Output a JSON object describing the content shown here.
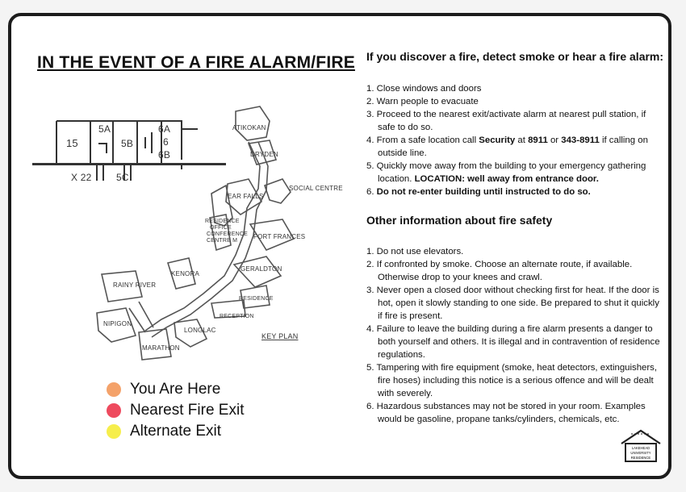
{
  "title": "IN THE EVENT OF A FIRE ALARM/FIRE",
  "plan": {
    "labels": {
      "atikokan": "ATIKOKAN",
      "dryden": "DRYDEN",
      "social_centre": "SOCIAL CENTRE",
      "ear_falls": "EAR FALLS",
      "residence_office": "RESIDENCE",
      "office": "OFFICE",
      "conference": "CONFERENCE",
      "centre_m": "CENTRE M",
      "fort_frances": "FORT FRANCES",
      "kenora": "KENORA",
      "geraldton": "GERALDTON",
      "rainy_river": "RAINY RIVER",
      "residence": "RESIDENCE",
      "reception": "RECEPTION",
      "nipigon": "NIPIGON",
      "longlac": "LONGLAC",
      "marathon": "MARATHON",
      "key_plan": "KEY PLAN",
      "room_15": "15",
      "room_5a": "5A",
      "room_5b": "5B",
      "room_6a": "6A",
      "room_6": "6",
      "room_6b": "6B",
      "room_x22": "X 22",
      "room_5c": "5C"
    }
  },
  "legend": [
    {
      "label": "You Are Here",
      "color": "#f4a26a"
    },
    {
      "label": "Nearest Fire Exit",
      "color": "#ee4a5e"
    },
    {
      "label": "Alternate Exit",
      "color": "#f6ee4c"
    }
  ],
  "section1": {
    "heading": "If you discover a fire, detect smoke or hear a fire alarm:",
    "items": [
      [
        {
          "t": "1. Close windows and doors"
        }
      ],
      [
        {
          "t": "2. Warn people to evacuate"
        }
      ],
      [
        {
          "t": "3. Proceed to the nearest exit/activate alarm at nearest pull station, if safe to do so."
        }
      ],
      [
        {
          "t": "4. From a safe location call "
        },
        {
          "t": "Security",
          "b": true
        },
        {
          "t": " at "
        },
        {
          "t": "8911",
          "b": true
        },
        {
          "t": " or "
        },
        {
          "t": "343-8911",
          "b": true
        },
        {
          "t": " if calling on outside line."
        }
      ],
      [
        {
          "t": "5. Quickly move away from the building to your emergency gathering location. "
        },
        {
          "t": "LOCATION: well away from entrance door.",
          "b": true
        }
      ],
      [
        {
          "t": "6. "
        },
        {
          "t": "Do not re-enter building until instructed to do so.",
          "b": true
        }
      ]
    ]
  },
  "section2": {
    "heading": "Other information about fire safety",
    "items": [
      [
        {
          "t": "1. Do not use elevators."
        }
      ],
      [
        {
          "t": "2. If confronted by smoke. Choose an alternate route, if available. Otherwise drop to your knees and crawl."
        }
      ],
      [
        {
          "t": "3. Never open a closed door without checking first for heat. If the door is hot, open it slowly standing to one side. Be prepared to shut it quickly if fire is present."
        }
      ],
      [
        {
          "t": "4. Failure to leave the building during a fire alarm presents a danger to both yourself and others. It is illegal and in contravention of residence regulations."
        }
      ],
      [
        {
          "t": "5. Tampering with fire equipment (smoke, heat detectors, extinguishers, fire hoses) including this notice is a serious offence and will be dealt with severely."
        }
      ],
      [
        {
          "t": "6. Hazardous substances may not be stored in your room. Examples would be gasoline, propane tanks/cylinders, chemicals, etc."
        }
      ]
    ]
  },
  "logo": {
    "line1": "LAKEHEAD",
    "line2": "UNIVERSITY",
    "line3": "RESIDENCE"
  }
}
